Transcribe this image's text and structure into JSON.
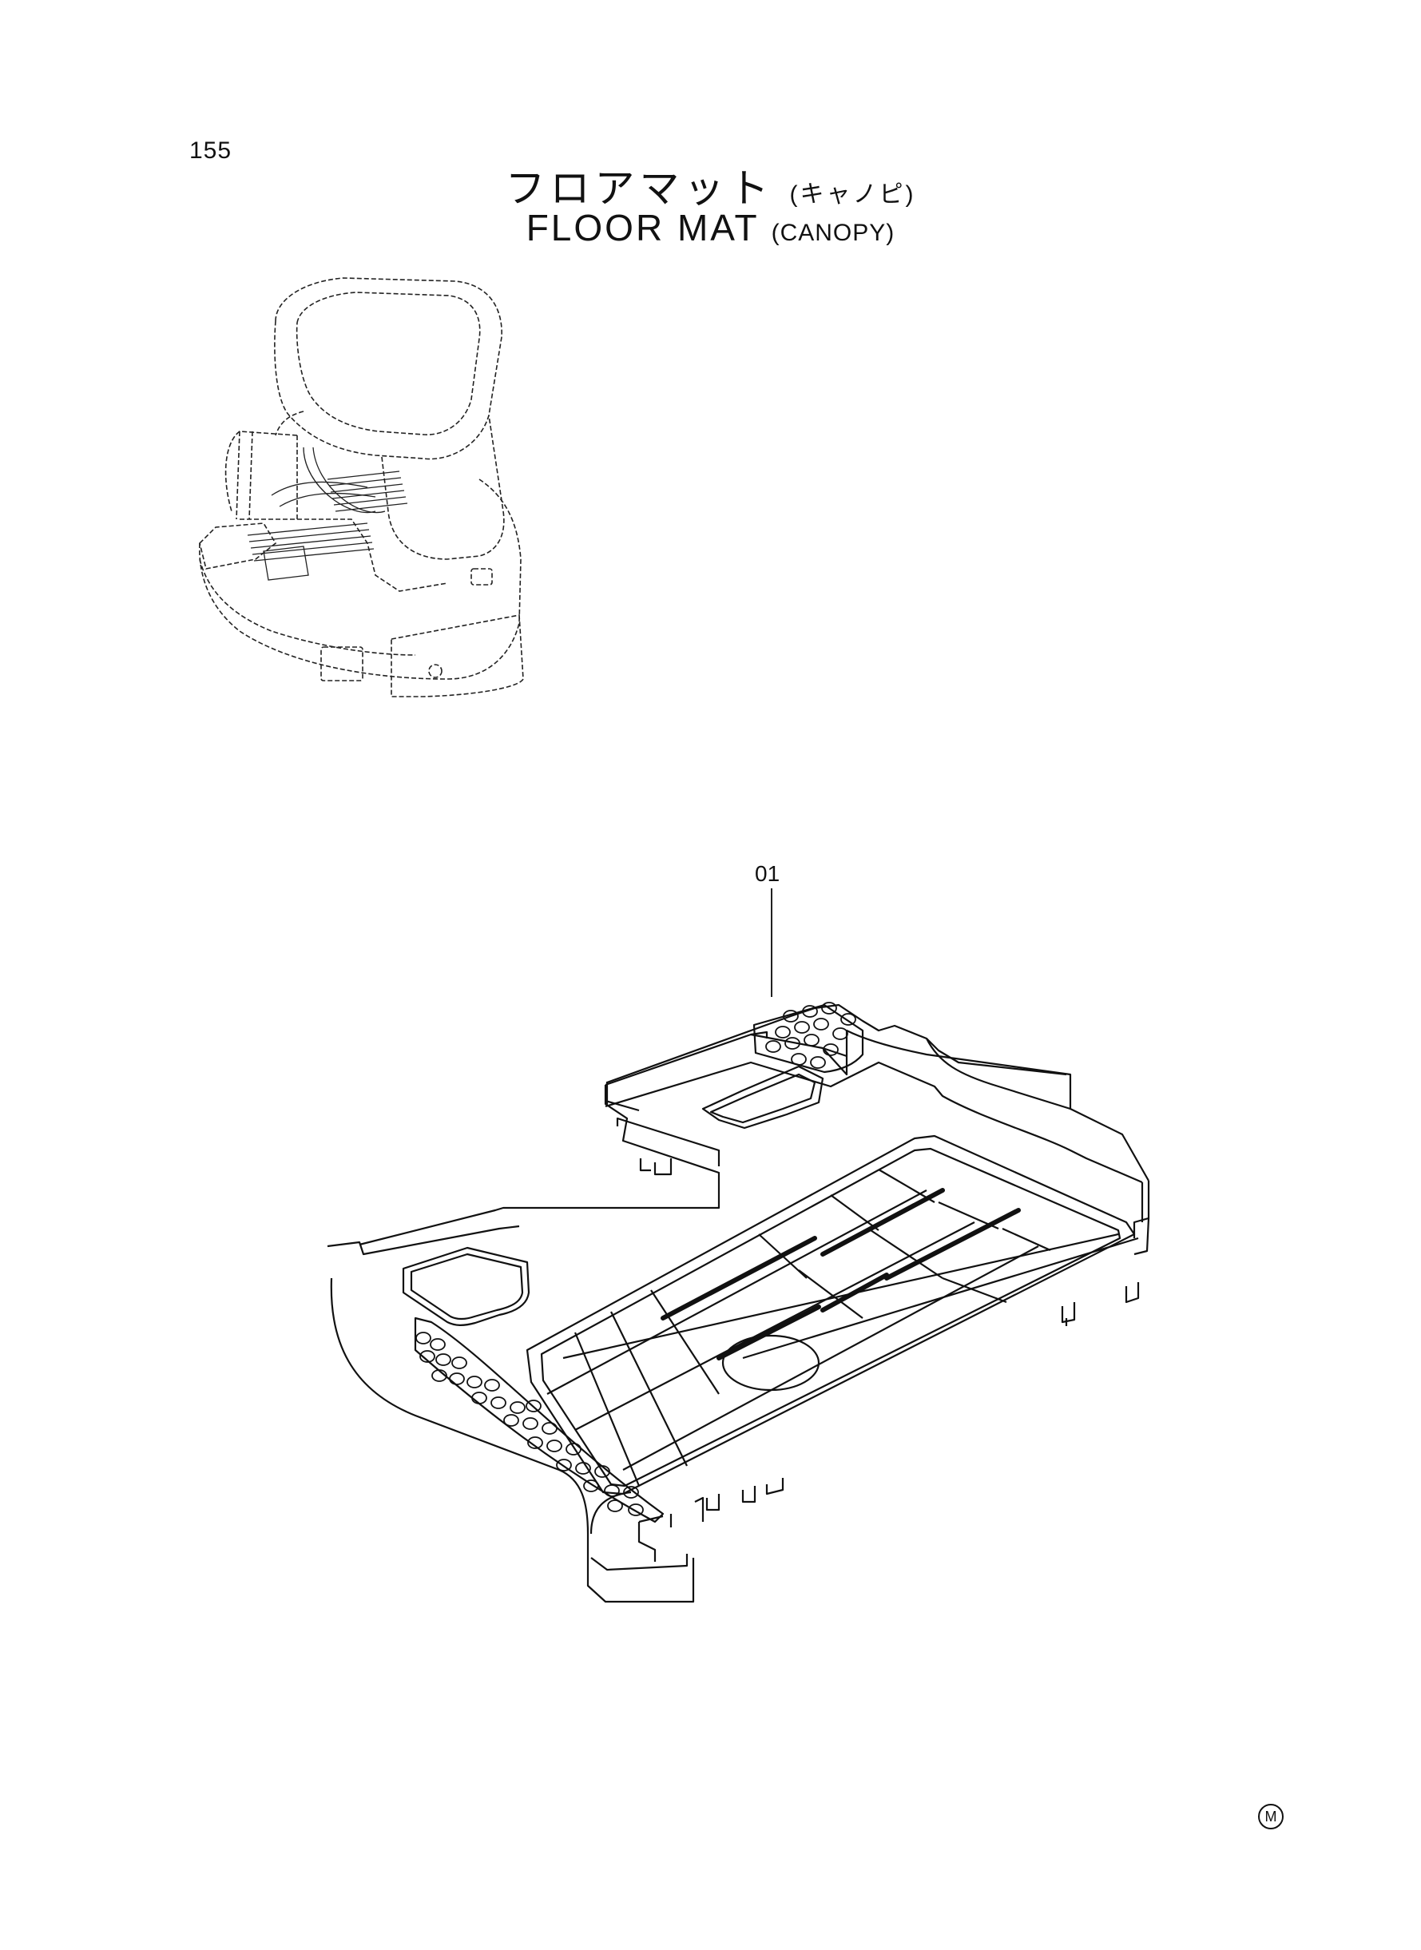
{
  "page": {
    "number": "155"
  },
  "title": {
    "jp_main": "フロアマット",
    "jp_sub": "(キャノピ)",
    "en_main": "FLOOR MAT",
    "en_sub": "(CANOPY)"
  },
  "callouts": [
    {
      "label": "01"
    }
  ],
  "footer": {
    "mark": "M"
  },
  "icons": {
    "overview": "canopy-machine-overview-icon",
    "part": "floor-mat-part-icon"
  }
}
